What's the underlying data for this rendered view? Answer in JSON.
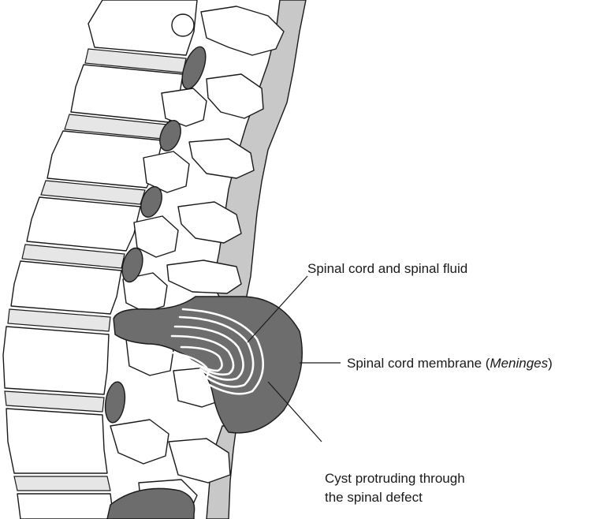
{
  "labels": {
    "cord_fluid": "Spinal cord and spinal fluid",
    "membrane": "Spinal cord membrane (",
    "membrane_italic": "Meninges",
    "membrane_close": ")",
    "cyst_line1": "Cyst protruding through",
    "cyst_line2": "the spinal defect"
  },
  "colors": {
    "canal": "#c8c8c8",
    "cyst": "#6d6d6d",
    "disc": "#e6e6e6",
    "outline": "#1a1a1a"
  }
}
